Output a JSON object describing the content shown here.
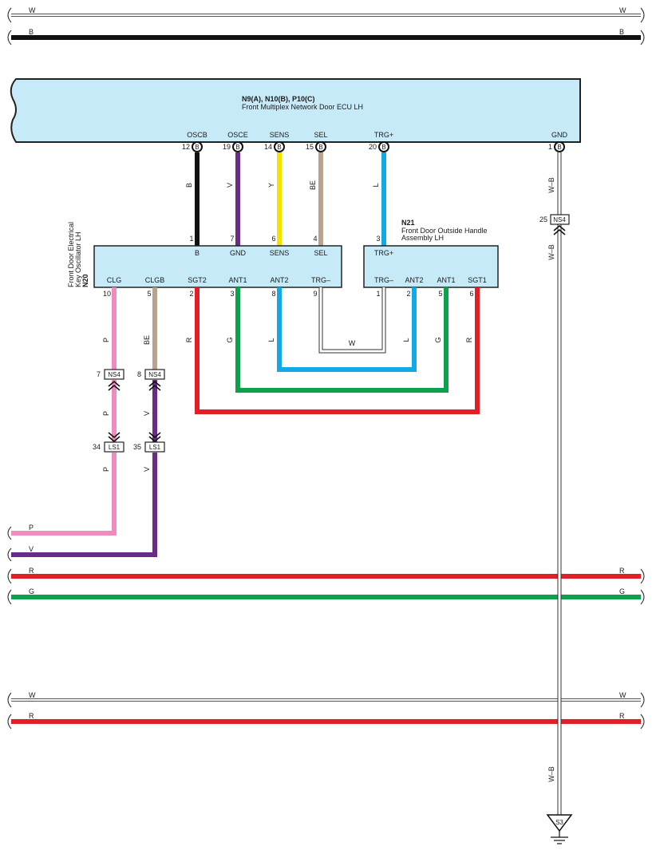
{
  "colors": {
    "black": "#111111",
    "white_wire": "#ffffff",
    "violet": "#6a2b86",
    "yellow": "#f4e300",
    "beige": "#b7a38e",
    "light_blue": "#12a9e4",
    "pink": "#ef8cbf",
    "red": "#e21f26",
    "green": "#0ca14a",
    "ecu_fill": "#c7eaf8"
  },
  "bus_top": [
    {
      "label_left": "W",
      "label_right": "W",
      "color": "white"
    },
    {
      "label_left": "B",
      "label_right": "B",
      "color": "black"
    }
  ],
  "ecu": {
    "title": "N9(A), N10(B), P10(C)",
    "subtitle": "Front Multiplex Network Door ECU LH",
    "terminals": [
      {
        "name": "OSCB",
        "pin": "12",
        "conn": "B"
      },
      {
        "name": "OSCE",
        "pin": "19",
        "conn": "B"
      },
      {
        "name": "SENS",
        "pin": "14",
        "conn": "B"
      },
      {
        "name": "SEL",
        "pin": "15",
        "conn": "B"
      },
      {
        "name": "TRG+",
        "pin": "20",
        "conn": "B"
      },
      {
        "name": "GND",
        "pin": "1",
        "conn": "B"
      }
    ]
  },
  "wire_labels_upper": [
    "B",
    "V",
    "Y",
    "BE",
    "L"
  ],
  "gnd_wire_label": "W–B",
  "ns4_gnd": {
    "pin": "25",
    "label": "NS4"
  },
  "n20": {
    "id": "N20",
    "name": "Front Door Electrical Key Oscillator LH",
    "top_terminals": [
      {
        "pin": "1",
        "name": "B"
      },
      {
        "pin": "7",
        "name": "GND"
      },
      {
        "pin": "6",
        "name": "SENS"
      },
      {
        "pin": "4",
        "name": "SEL"
      }
    ],
    "bottom_terminals": [
      {
        "pin": "10",
        "name": "CLG"
      },
      {
        "pin": "5",
        "name": "CLGB"
      },
      {
        "pin": "2",
        "name": "SGT2"
      },
      {
        "pin": "3",
        "name": "ANT1"
      },
      {
        "pin": "8",
        "name": "ANT2"
      },
      {
        "pin": "9",
        "name": "TRG–"
      }
    ]
  },
  "n21": {
    "id": "N21",
    "name": "Front Door Outside Handle Assembly LH",
    "top_terminals": [
      {
        "pin": "3",
        "name": "TRG+"
      }
    ],
    "bottom_terminals": [
      {
        "pin": "1",
        "name": "TRG–"
      },
      {
        "pin": "2",
        "name": "ANT2"
      },
      {
        "pin": "5",
        "name": "ANT1"
      },
      {
        "pin": "6",
        "name": "SGT1"
      }
    ]
  },
  "lower_wire_labels": {
    "clg": "P",
    "clgb": "BE",
    "sgt2": "R",
    "ant1": "G",
    "ant2": "L",
    "trg_w": "W",
    "n21_ant2": "L",
    "n21_ant1": "G",
    "n21_sgt1": "R"
  },
  "ns4_left": [
    {
      "pin": "7",
      "label": "NS4"
    },
    {
      "pin": "8",
      "label": "NS4"
    }
  ],
  "ls1": [
    {
      "pin": "34",
      "label": "LS1"
    },
    {
      "pin": "35",
      "label": "LS1"
    }
  ],
  "mid_wire_labels": {
    "pink": "P",
    "violet_mid": "V",
    "pink_low": "P",
    "violet_low": "V"
  },
  "bus_mid": [
    {
      "label_left": "P",
      "label_right": "",
      "color": "pink"
    },
    {
      "label_left": "V",
      "label_right": "",
      "color": "violet"
    },
    {
      "label_left": "R",
      "label_right": "R",
      "color": "red"
    },
    {
      "label_left": "G",
      "label_right": "G",
      "color": "green"
    }
  ],
  "bus_bottom": [
    {
      "label_left": "W",
      "label_right": "W",
      "color": "white"
    },
    {
      "label_left": "R",
      "label_right": "R",
      "color": "red"
    }
  ],
  "ground": {
    "label": "S3"
  }
}
